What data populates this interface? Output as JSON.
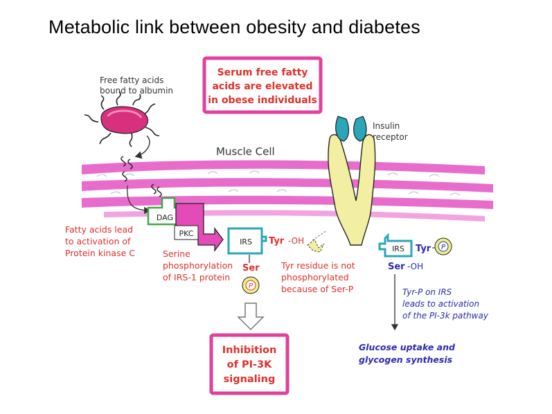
{
  "title": "Metabolic link between obesity and diabetes",
  "labels": {
    "ffa_albumin": [
      "Free fatty acids",
      "bound to albumin"
    ],
    "serum_box": [
      "Serum free fatty",
      "acids are elevated",
      "in obese individuals"
    ],
    "insulin_receptor": [
      "Insulin",
      "receptor"
    ],
    "muscle_cell": "Muscle Cell",
    "dag": "DAG",
    "pkc": "PKC",
    "fa_lead": [
      "Fatty acids lead",
      "to activation of",
      "Protein kinase C"
    ],
    "irs_left": "IRS",
    "tyr_oh_left": [
      "Tyr",
      "-OH"
    ],
    "ser_left": "Ser",
    "p_left": "P",
    "serine_phos": [
      "Serine",
      "phosphorylation",
      "of IRS-1 protein"
    ],
    "tyr_not": [
      "Tyr residue is not",
      "phosphorylated",
      "because of Ser-P"
    ],
    "irs_right": "IRS",
    "tyr_right": "Tyr",
    "p_right": "P",
    "ser_oh_right": [
      "Ser",
      "-OH"
    ],
    "tyrp_irs": [
      "Tyr-P on IRS",
      "leads to activation",
      "of the PI-3k pathway"
    ],
    "glucose": [
      "Glucose uptake and",
      "glycogen synthesis"
    ],
    "inhibition": [
      "Inhibition",
      "of PI-3K",
      "signaling"
    ]
  },
  "colors": {
    "membrane_pink": "#e05bc4",
    "label_red": "#e0302a",
    "label_blue": "#2a2ab0",
    "teal": "#2aa6b8",
    "receptor_yellow": "#f5f2a8",
    "dag_green": "#3fa845",
    "phospho_yellow": "#eef08a"
  },
  "icons": [
    "albumin-blob-icon",
    "fatty-acid-squiggle-icon",
    "pkc-arrow-icon",
    "down-hollow-arrow-icon"
  ]
}
